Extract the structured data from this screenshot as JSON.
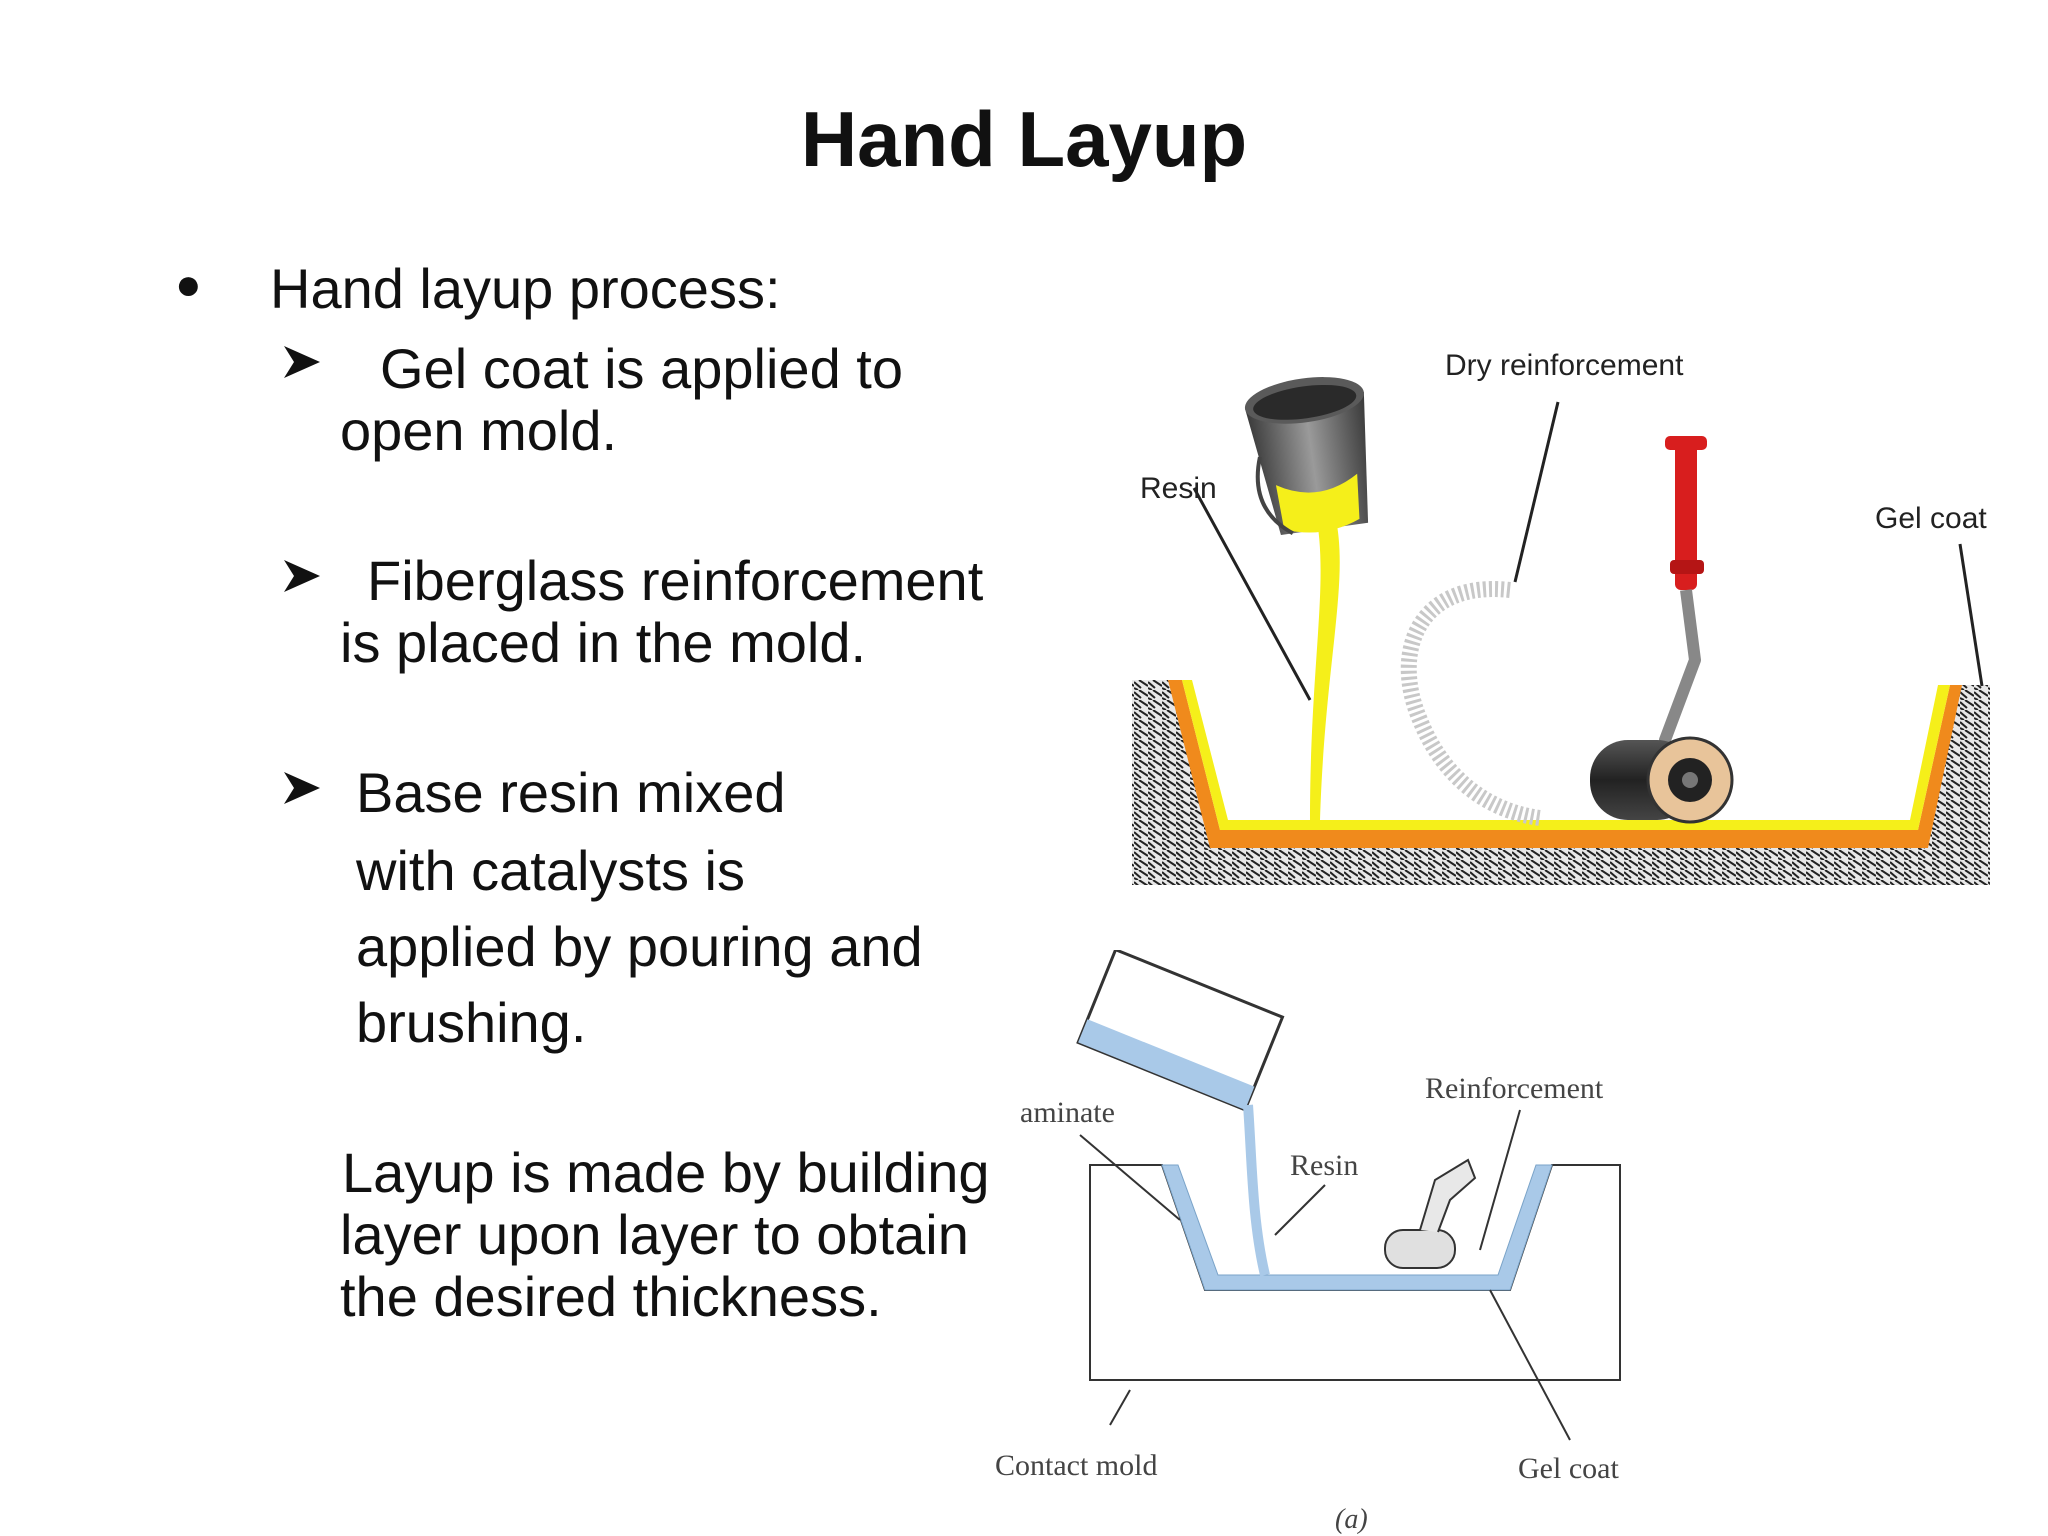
{
  "slide": {
    "title": "Hand Layup",
    "main_bullet": "Hand layup process:",
    "sub_bullets": [
      {
        "line1": "Gel coat is applied to",
        "line2": "open mold."
      },
      {
        "line1": "Fiberglass reinforcement",
        "line2": "is placed in the mold."
      },
      {
        "line1": "Base resin mixed",
        "line2": "with catalysts is",
        "line3": "applied by pouring and",
        "line4": "brushing."
      }
    ],
    "paragraph": {
      "line1": "Layup is made by building",
      "line2": "layer upon layer to obtain",
      "line3": "the desired thickness."
    }
  },
  "figure_top": {
    "labels": {
      "dry_reinforcement": "Dry reinforcement",
      "resin": "Resin",
      "gel_coat": "Gel coat"
    },
    "colors": {
      "resin": "#f5ef1a",
      "gel_coat": "#f08a1c",
      "roller_handle": "#d81e1e",
      "bucket": "#707070"
    }
  },
  "figure_bottom": {
    "labels": {
      "laminate": "aminate",
      "reinforcement": "Reinforcement",
      "resin": "Resin",
      "contact_mold": "Contact mold",
      "gel_coat": "Gel coat",
      "caption": "(a)"
    },
    "colors": {
      "resin": "#a9c9e8"
    }
  },
  "icons": {
    "bullet": "bullet-dot-icon",
    "sub_bullet": "arrowhead-bullet-icon"
  }
}
